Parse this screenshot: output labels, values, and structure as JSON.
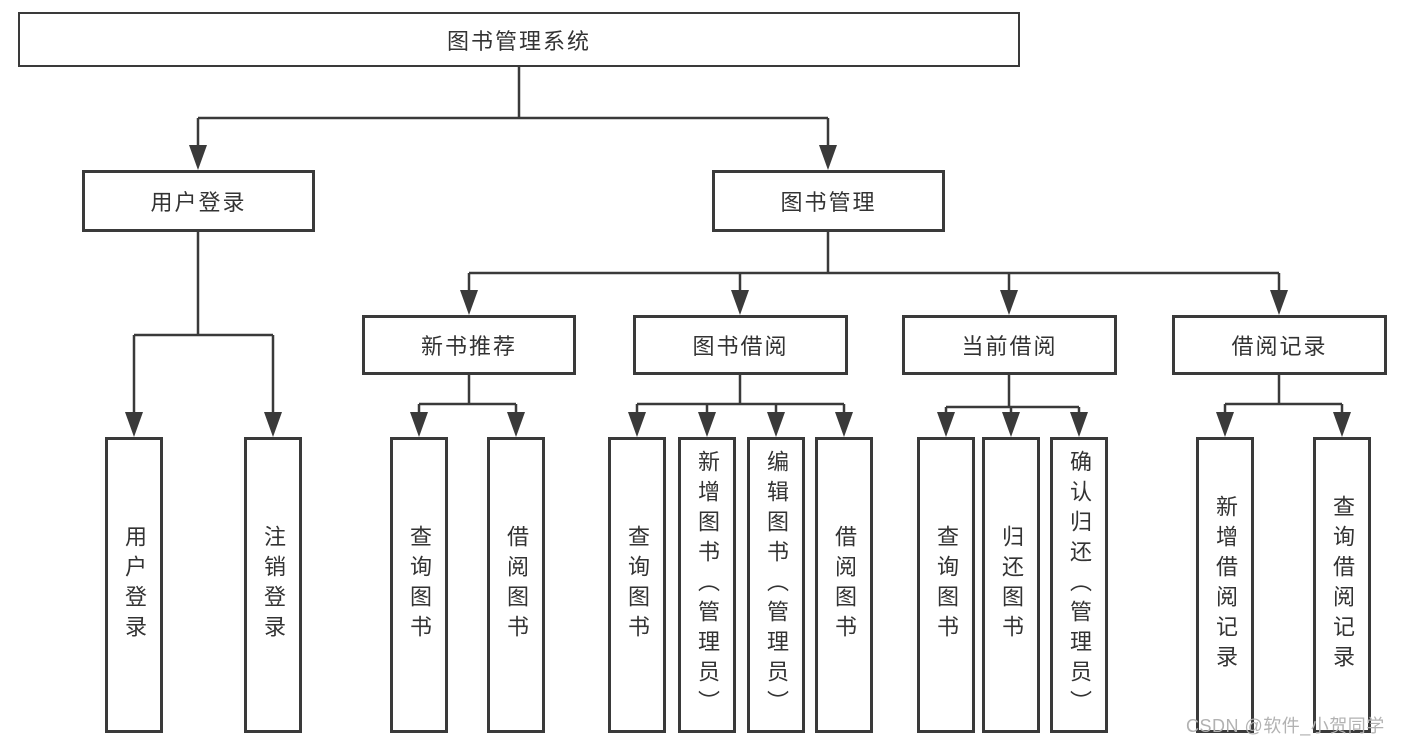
{
  "colors": {
    "line": "#3a3a3a",
    "box_border": "#3a3a3a",
    "text": "#333333",
    "background": "#ffffff",
    "watermark": "#b2b2b2"
  },
  "watermark": {
    "text": "CSDN @软件_小贺同学"
  },
  "tree": {
    "root": {
      "label": "图书管理系统"
    },
    "branches": [
      {
        "label": "用户登录",
        "leaves": [
          {
            "label": "用户登录"
          },
          {
            "label": "注销登录"
          }
        ]
      },
      {
        "label": "图书管理",
        "sections": [
          {
            "label": "新书推荐",
            "leaves": [
              {
                "label": "查询图书"
              },
              {
                "label": "借阅图书"
              }
            ]
          },
          {
            "label": "图书借阅",
            "leaves": [
              {
                "label": "查询图书"
              },
              {
                "label": "新增图书（管理员）"
              },
              {
                "label": "编辑图书（管理员）"
              },
              {
                "label": "借阅图书"
              }
            ]
          },
          {
            "label": "当前借阅",
            "leaves": [
              {
                "label": "查询图书"
              },
              {
                "label": "归还图书"
              },
              {
                "label": "确认归还（管理员）"
              }
            ]
          },
          {
            "label": "借阅记录",
            "leaves": [
              {
                "label": "新增借阅记录"
              },
              {
                "label": "查询借阅记录"
              }
            ]
          }
        ]
      }
    ]
  }
}
